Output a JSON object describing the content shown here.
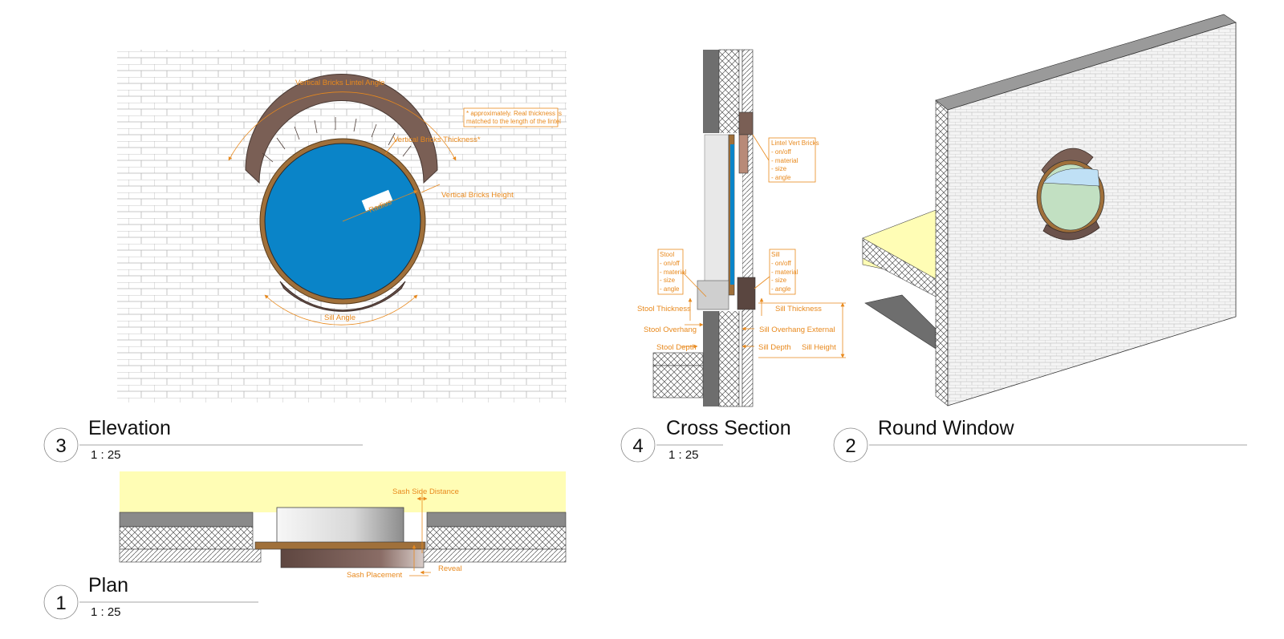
{
  "views": [
    {
      "number": "3",
      "title": "Elevation",
      "scale": "1 : 25"
    },
    {
      "number": "4",
      "title": "Cross Section",
      "scale": "1 : 25"
    },
    {
      "number": "2",
      "title": "Round Window",
      "scale": ""
    },
    {
      "number": "1",
      "title": "Plan",
      "scale": "1 : 25"
    }
  ],
  "elevation": {
    "lintel_angle": "Vertical Bricks Lintel Angle",
    "note_line1": "* approximately. Real thickness  is",
    "note_line2": "matched to the length of the lintel",
    "bricks_thickness": "Vertical Bricks Thickness*",
    "bricks_height": "Vertical Bricks Height",
    "radius": "Radius",
    "sill_angle": "Sill Angle"
  },
  "section": {
    "lintel_box": [
      "Lintel Vert Bricks",
      "- on/off",
      "- material",
      "- size",
      "- angle"
    ],
    "stool_box": [
      "Stool",
      "- on/off",
      "- material",
      "- size",
      "- angle"
    ],
    "sill_box": [
      "Sill",
      "- on/off",
      "- material",
      "- size",
      "- angle"
    ],
    "stool_thickness": "Stool Thickness",
    "stool_overhang": "Stool Overhang",
    "stool_depth": "Stool Depth",
    "sill_thickness": "Sill Thickness",
    "sill_overhang_external": "Sill Overhang External",
    "sill_depth": "Sill Depth",
    "sill_height": "Sill Height"
  },
  "plan": {
    "sash_side_distance": "Sash Side Distance",
    "sash_placement": "Sash Placement",
    "reveal": "Reveal"
  },
  "colors": {
    "annotation": "#e8891d",
    "glass": "#0a84c8",
    "brick_dark": "#7a5f55",
    "frame": "#a0703a",
    "floor": "#fffdb5"
  }
}
